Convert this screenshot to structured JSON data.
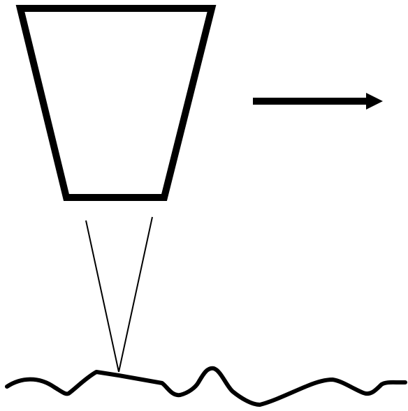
{
  "diagram": {
    "colors": {
      "background": "#ffffff",
      "stroke": "#000000"
    },
    "elements": [
      "trapezoid-sensor-head",
      "motion-direction-arrow",
      "converging-beam-lines",
      "rough-surface-profile"
    ]
  }
}
